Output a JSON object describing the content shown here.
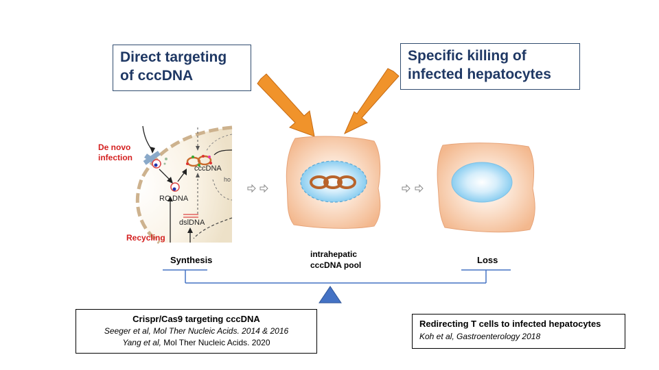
{
  "callouts": {
    "left": [
      "Direct targeting",
      "of cccDNA"
    ],
    "right": [
      "Specific killing of",
      "infected hepatocytes"
    ]
  },
  "cell_panel": {
    "de_novo": [
      "De novo",
      "infection"
    ],
    "cccdna": "cccDNA",
    "rc_dna": "RC DNA",
    "dsl_dna": "dslDNA",
    "recycling": "Recycling",
    "ho": "ho"
  },
  "labels": {
    "synthesis": "Synthesis",
    "pool": [
      "intrahepatic",
      "cccDNA pool"
    ],
    "loss": "Loss"
  },
  "refs": {
    "crispr": {
      "title": "Crispr/Cas9 targeting cccDNA",
      "line1": "Seeger et al, Mol Ther Nucleic Acids. 2014  & 2016",
      "line2_italic": "Yang et al,",
      "line2_plain": " Mol Ther Nucleic Acids. 2020"
    },
    "tcells": {
      "title": "Redirecting T cells to infected hepatocytes",
      "line1": "Koh et al, Gastroenterology 2018"
    }
  },
  "colors": {
    "callout_text": "#1f3864",
    "arrow_orange": "#f0932b",
    "cell_fill": "#f6c7a2",
    "nucleus_fill": "#8fd0f0",
    "cccdna_ring": "#b8642c",
    "balance_blue": "#4472c4",
    "red_label": "#d42020"
  }
}
